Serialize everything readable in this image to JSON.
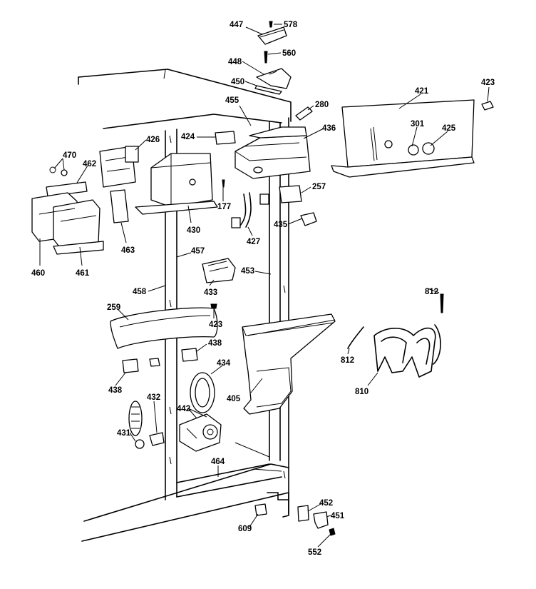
{
  "diagram": {
    "labels": [
      "578",
      "447",
      "560",
      "448",
      "450",
      "280",
      "455",
      "421",
      "423",
      "301",
      "425",
      "436",
      "424",
      "426",
      "470",
      "462",
      "430",
      "177",
      "257",
      "460",
      "461",
      "463",
      "427",
      "435",
      "457",
      "453",
      "458",
      "433",
      "259",
      "423",
      "812",
      "438",
      "812",
      "438",
      "434",
      "405",
      "810",
      "432",
      "442",
      "431",
      "464",
      "452",
      "451",
      "609",
      "552"
    ]
  }
}
